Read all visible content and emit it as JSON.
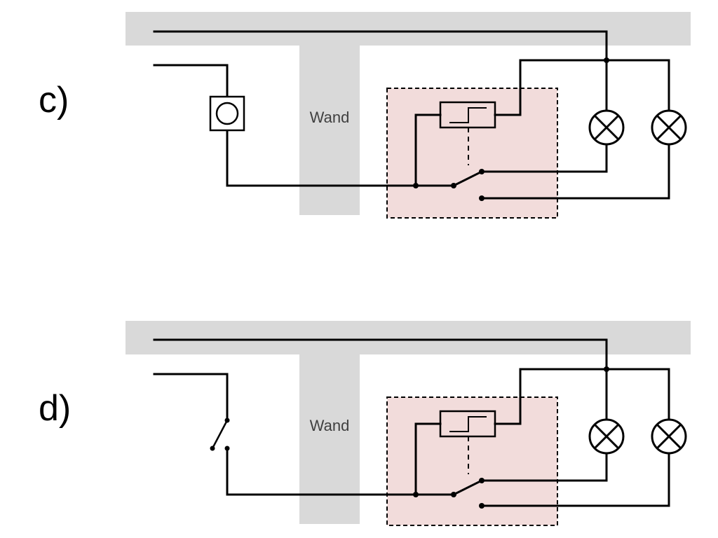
{
  "panels": [
    {
      "label": "c)",
      "wall_label": "Wand",
      "control_device": "push-button",
      "colors": {
        "wall": "#d9d9d9",
        "relay_box": "#f2dcdb",
        "wire": "#000000"
      }
    },
    {
      "label": "d)",
      "wall_label": "Wand",
      "control_device": "switch",
      "colors": {
        "wall": "#d9d9d9",
        "relay_box": "#f2dcdb",
        "wire": "#000000"
      }
    }
  ]
}
